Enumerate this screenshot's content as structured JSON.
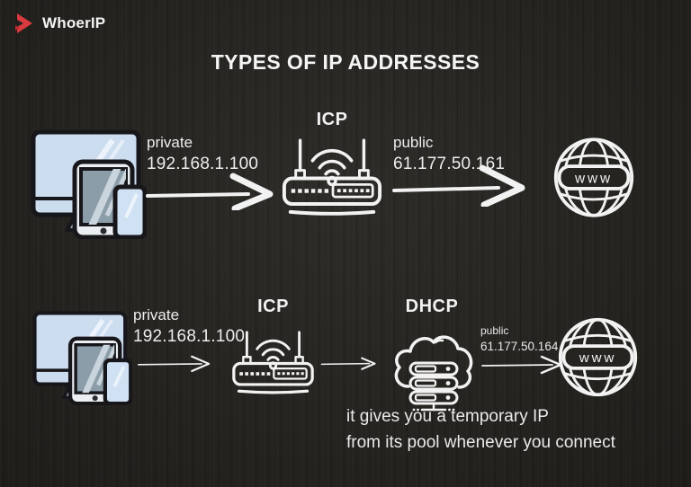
{
  "logo": {
    "name": "WhoerIP"
  },
  "title": "TYPES OF IP ADDRESSES",
  "globe_label": "www",
  "colors": {
    "background": "#262420",
    "text": "#f2f2f2",
    "accent_red": "#d93a3e",
    "screen_blue": "#ccddf0",
    "screen_gray": "#8c9daa"
  },
  "icons": {
    "devices": "devices-icon (monitor, tablet, phone)",
    "router": "wifi-router-icon",
    "globe": "www-globe-icon",
    "dhcp": "cloud-server-icon",
    "arrow": "right-arrow"
  },
  "row1": {
    "private_label": "private",
    "private_ip": "192.168.1.100",
    "router_label": "ICP",
    "public_label": "public",
    "public_ip": "61.177.50.161"
  },
  "row2": {
    "private_label": "private",
    "private_ip": "192.168.1.100",
    "router_label": "ICP",
    "dhcp_label": "DHCP",
    "public_label": "public",
    "public_ip": "61.177.50.164",
    "caption_line1": "it gives you a temporary IP",
    "caption_line2": "from its pool whenever you connect"
  }
}
